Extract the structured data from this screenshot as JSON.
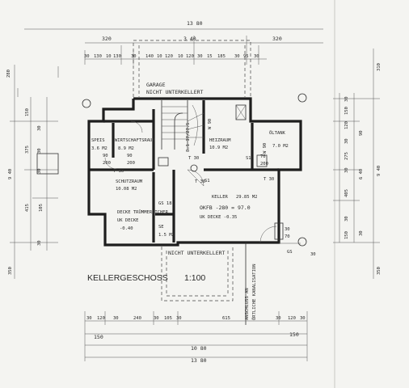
{
  "plan": {
    "title": "KELLERGESCHOSS",
    "scale": "1:100",
    "rooms": {
      "speis": {
        "name": "SPEIS",
        "area": "3.6 M2"
      },
      "wirtschaftsraum": {
        "name": "WIRTSCHAFTSRAUM",
        "area": "8.9 M2"
      },
      "heizraum": {
        "name": "HEIZRAUM",
        "area": "10.9 M2"
      },
      "oeltank": {
        "name": "ÖLTANK",
        "area": "7.0 M2"
      },
      "schutzraum": {
        "name": "SCHUTZRAUM",
        "area": "10.08 M2"
      },
      "keller": {
        "name": "KELLER",
        "area": "29.85 M2"
      },
      "se": {
        "name": "SE",
        "area": "1.5 M2"
      }
    },
    "labels": {
      "garage": "GARAGE",
      "not_basement_top": "NICHT UNTERKELLERT",
      "not_basement_bottom": "NICHT UNTERKELLERT",
      "okfb": "OKFB -280 = 97.0",
      "uk_decke_keller": "UK DECKE -0.35",
      "decke_truemmer": "DECKE TRÜMMERSICHER",
      "uk_decke_schutz": "UK DECKE",
      "uk_decke_schutz_val": "-0.40",
      "anschluss_1": "ANSCHLUSS AN",
      "anschluss_2": "ÖRTLICHE KANALISATION",
      "door_t30_1": "T 30",
      "door_t30_2": "T 30",
      "door_t30_3": "T 30",
      "door_t30_4": "T 30",
      "gs": "GS 18",
      "s1_a": "S1",
      "s1_b": "S1",
      "w90": "W 90",
      "w90b": "W 90",
      "stair": "8.1 17/27.5",
      "num_90": "90",
      "num_200": "200",
      "num_90b": "90",
      "num_200b": "200",
      "num_70a": "70",
      "num_200c": "200",
      "num_30a": "30",
      "num_70b": "70",
      "tr_30": "30",
      "tr_gs": "GS"
    },
    "dims_top": {
      "overall": "13 80",
      "mid": "3 40",
      "left_320": "320",
      "right_320": "320",
      "row": [
        "30",
        "130",
        "10",
        "130",
        "30",
        "140",
        "10",
        "120",
        "10",
        "120",
        "30",
        "15",
        "185",
        "30",
        "95",
        "30"
      ]
    },
    "dims_bottom": {
      "row": [
        "30",
        "120",
        "30",
        "240",
        "30",
        "105",
        "30",
        "615",
        "30",
        "120",
        "30"
      ],
      "left_150": "150",
      "right_150": "150",
      "mid": "10 80",
      "overall": "13 80"
    },
    "dims_left": {
      "outer": [
        "280",
        "9 40",
        "350"
      ],
      "inner": [
        "150",
        "375",
        "30",
        "415",
        "30",
        "105",
        "30",
        "30"
      ]
    },
    "dims_right": {
      "outer": [
        "310",
        "9 40",
        "350"
      ],
      "inner": [
        "150",
        "30",
        "120",
        "30",
        "275",
        "30",
        "405",
        "30",
        "150",
        "30",
        "6 40",
        "90"
      ]
    }
  }
}
